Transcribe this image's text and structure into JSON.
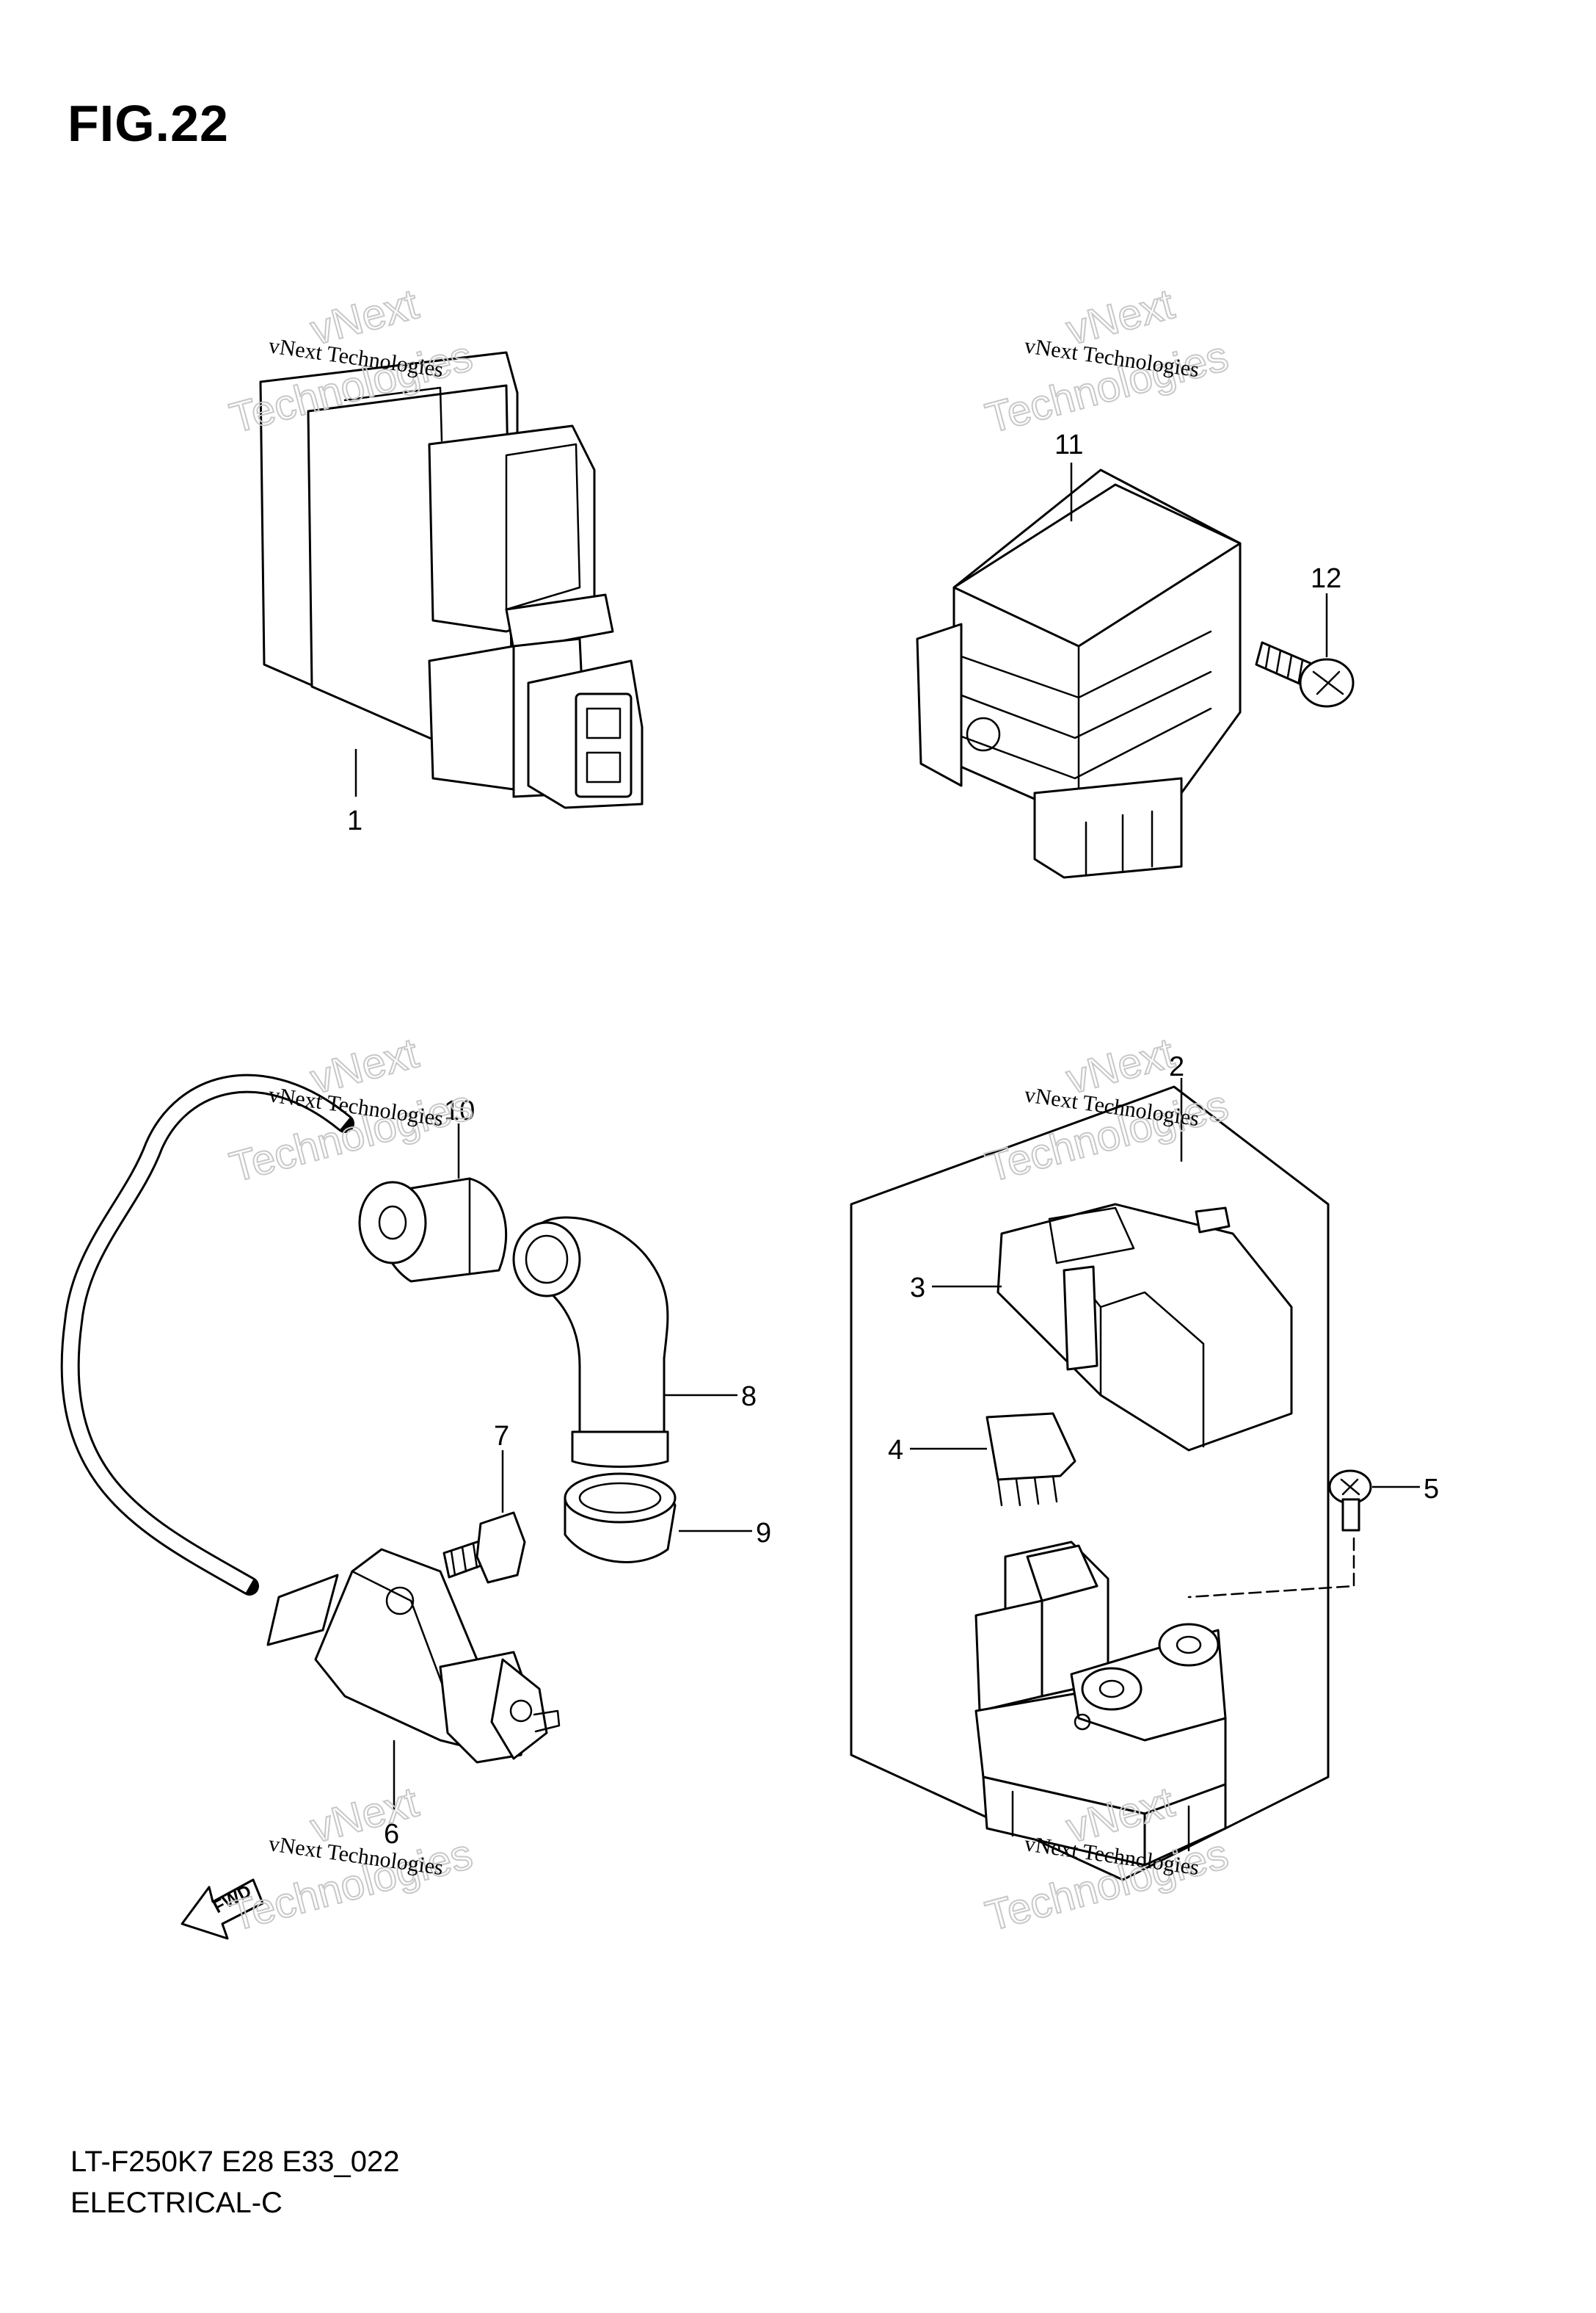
{
  "figure": {
    "title": "FIG.22",
    "code": "LT-F250K7 E28 E33_022",
    "section": "ELECTRICAL-C"
  },
  "watermark": {
    "line1": "vNext Technologies",
    "line2": "vNext",
    "line3": "Technologies"
  },
  "direction_label": "FWD",
  "callouts": {
    "p1": "1",
    "p2": "2",
    "p3": "3",
    "p4": "4",
    "p5": "5",
    "p6": "6",
    "p7": "7",
    "p8": "8",
    "p9": "9",
    "p10": "10",
    "p11": "11",
    "p12": "12"
  }
}
